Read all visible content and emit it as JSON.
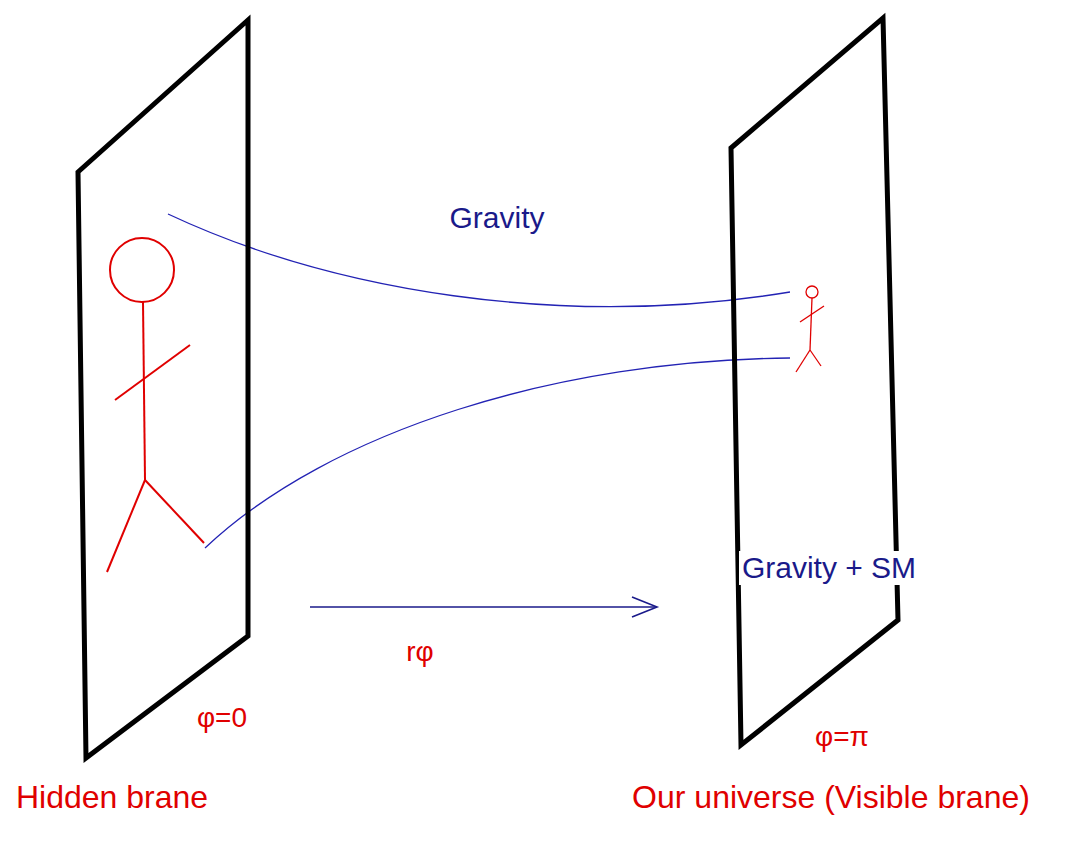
{
  "diagram": {
    "nodes": [
      {
        "text": [
          "φ=0",
          "Hidden brane"
        ]
      },
      {
        "text": [
          "Gravity + SM",
          "φ=π",
          "Our universe (Visible brane)"
        ]
      }
    ],
    "labels": [
      "Gravity",
      "rφ"
    ]
  }
}
